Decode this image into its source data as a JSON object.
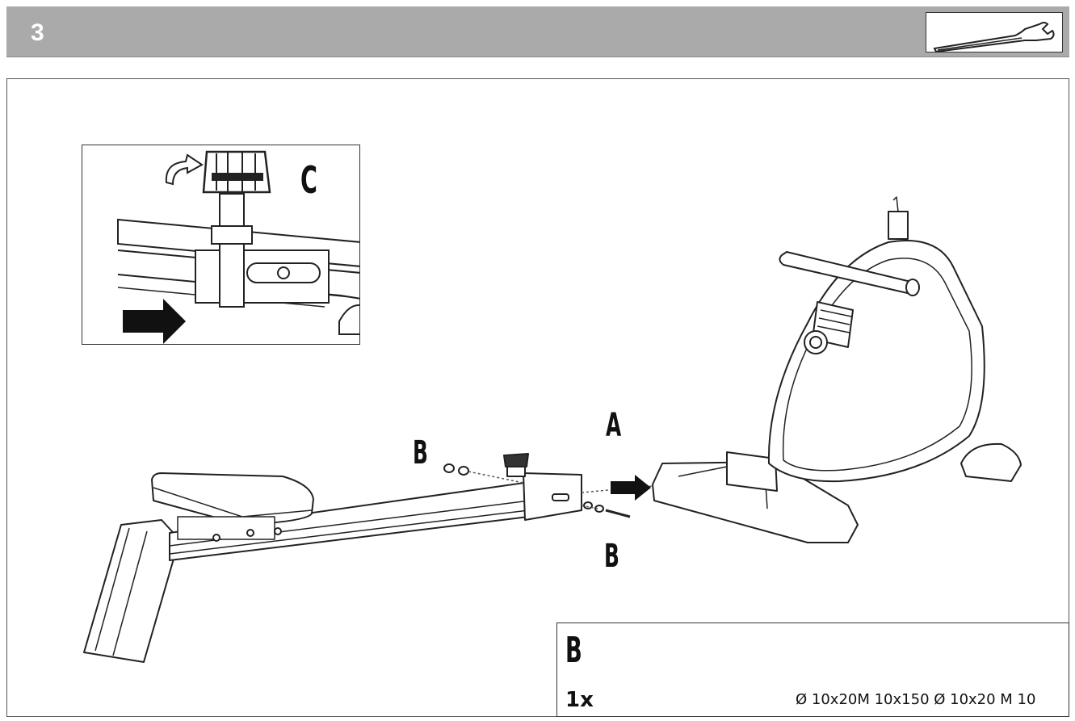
{
  "header": {
    "step_number": "3",
    "tool_icon": "wrench-icon"
  },
  "inset": {
    "label": "C",
    "icons": [
      "rotate-arrow-icon",
      "push-arrow-icon"
    ]
  },
  "diagram": {
    "label_a": "A",
    "label_b_top": "B",
    "label_b_bottom": "B"
  },
  "parts": {
    "group_label": "B",
    "quantity": "1x",
    "spec": "Ø 10x20M 10x150 Ø 10x20 M 10",
    "icons": [
      "bolt-icon",
      "washer-icon",
      "washer-icon",
      "nut-icon"
    ]
  }
}
